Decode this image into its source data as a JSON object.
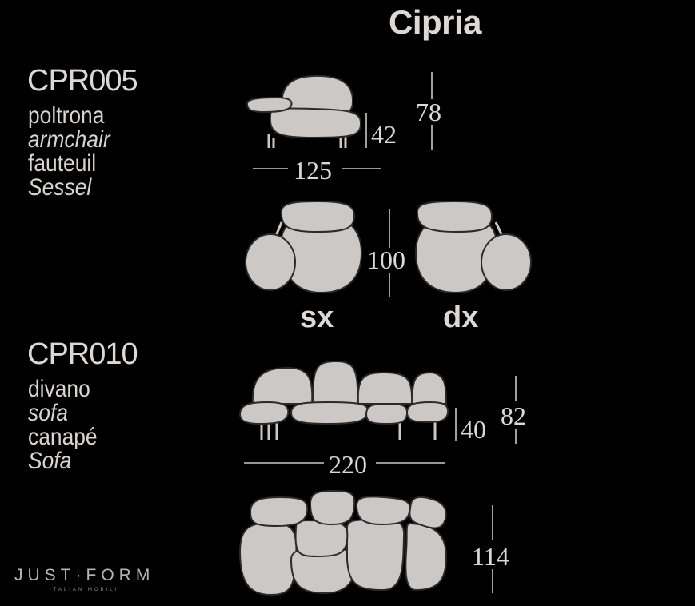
{
  "title": "Cipria",
  "products": [
    {
      "code": "CPR005",
      "names": [
        "poltrona",
        "armchair",
        "fauteuil",
        "Sessel"
      ],
      "dims": {
        "seat_height": "42",
        "height": "78",
        "width": "125",
        "depth": "100"
      }
    },
    {
      "code": "CPR010",
      "names": [
        "divano",
        "sofa",
        "canapé",
        "Sofa"
      ],
      "dims": {
        "seat_height": "40",
        "height": "82",
        "width": "220",
        "depth": "114"
      }
    }
  ],
  "variants": {
    "left": "sx",
    "right": "dx"
  },
  "logo": {
    "name": "JUST·FORM",
    "tagline": "ITALIAN MOBILI"
  },
  "colors": {
    "background": "#000000",
    "fabric": "#ccc8c5",
    "outline": "#2a2a2a",
    "text": "#ddd8d4"
  }
}
